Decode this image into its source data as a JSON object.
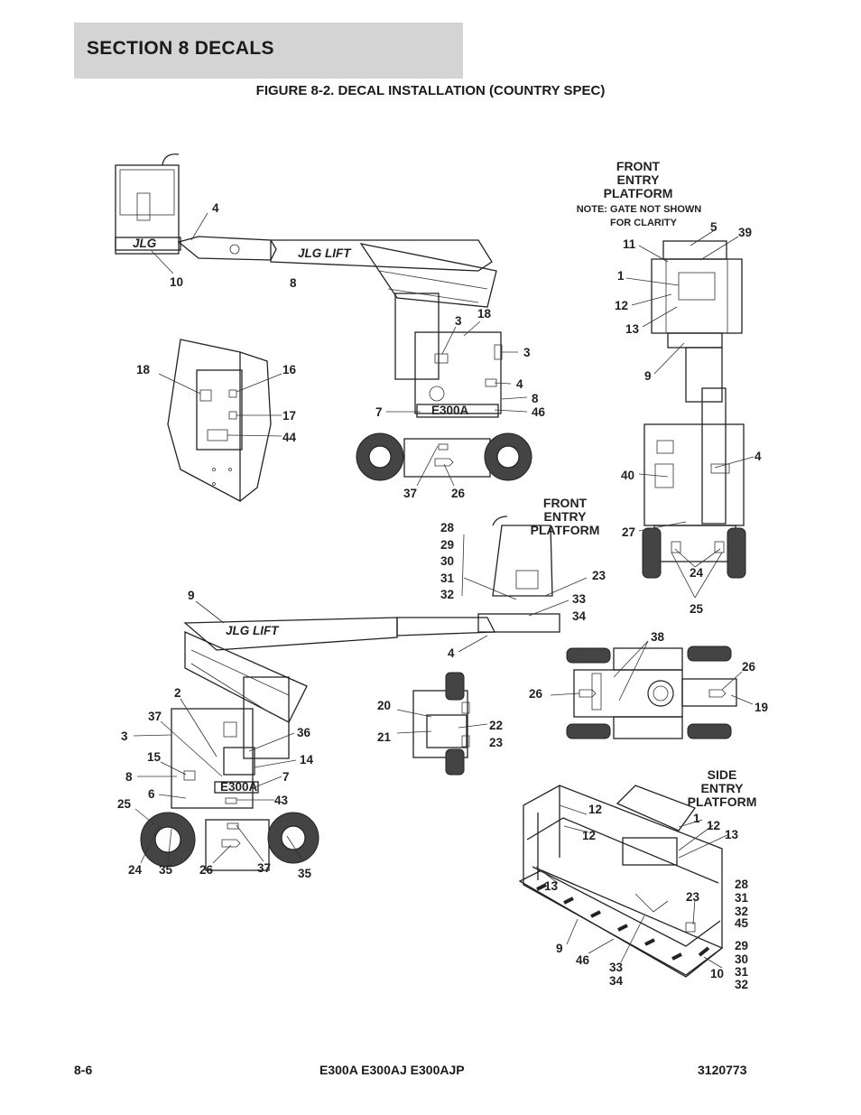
{
  "header": {
    "section": "SECTION 8   DECALS"
  },
  "figure": {
    "title": "FIGURE 8-2. DECAL INSTALLATION (COUNTRY SPEC)"
  },
  "views": {
    "front_entry_top": {
      "line1": "FRONT",
      "line2": "ENTRY",
      "line3": "PLATFORM",
      "note1": "NOTE: GATE NOT SHOWN",
      "note2": "FOR CLARITY"
    },
    "front_entry_mid": {
      "line1": "FRONT",
      "line2": "ENTRY",
      "line3": "PLATFORM"
    },
    "side_entry": {
      "line1": "SIDE",
      "line2": "ENTRY",
      "line3": "PLATFORM"
    }
  },
  "machine_text": {
    "model_plate": "E300A",
    "logo": "JLG LIFT",
    "logo_small": "JLG"
  },
  "callouts": {
    "v1": [
      "4",
      "10",
      "8",
      "3",
      "18",
      "3",
      "4",
      "8",
      "46",
      "7",
      "37",
      "26"
    ],
    "v2": [
      "18",
      "16",
      "17",
      "44"
    ],
    "v3": [
      "5",
      "39",
      "11",
      "1",
      "12",
      "13",
      "9",
      "4",
      "40",
      "27",
      "24",
      "25"
    ],
    "v4": [
      "28",
      "29",
      "30",
      "31",
      "32",
      "23",
      "33",
      "34",
      "9",
      "4"
    ],
    "v5": [
      "2",
      "37",
      "3",
      "36",
      "15",
      "14",
      "8",
      "7",
      "6",
      "43",
      "25",
      "24",
      "35",
      "26",
      "37",
      "35"
    ],
    "v6": [
      "20",
      "21",
      "22",
      "23"
    ],
    "v7": [
      "38",
      "26",
      "26",
      "19"
    ],
    "v8": [
      "12",
      "12",
      "1",
      "12",
      "13",
      "13",
      "23",
      "28",
      "31",
      "32",
      "45",
      "29",
      "30",
      "31",
      "32",
      "9",
      "46",
      "33",
      "34",
      "10"
    ]
  },
  "footer": {
    "page": "8-6",
    "models": "E300A E300AJ E300AJP",
    "doc": "3120773"
  }
}
